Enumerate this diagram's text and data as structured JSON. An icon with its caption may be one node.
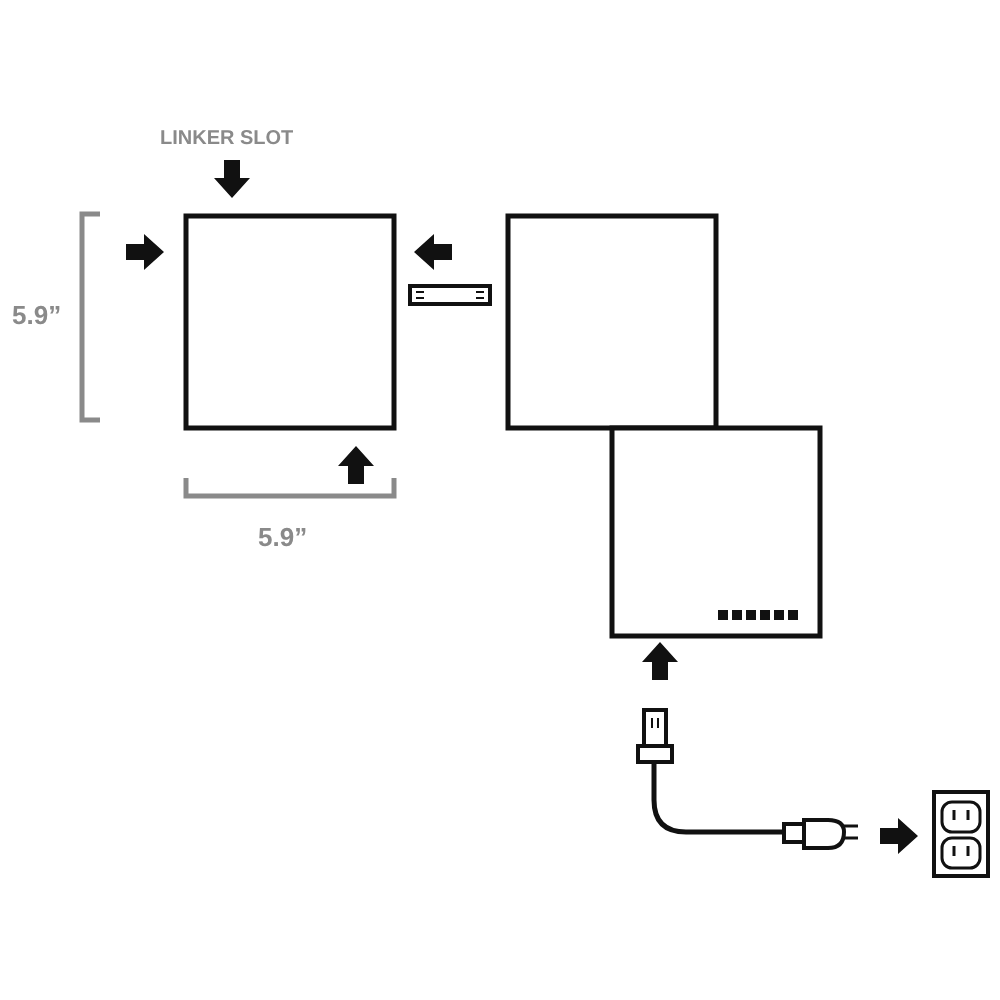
{
  "diagram": {
    "labels": [
      "LINKER SLOT",
      "5.9”",
      "5.9”"
    ]
  }
}
